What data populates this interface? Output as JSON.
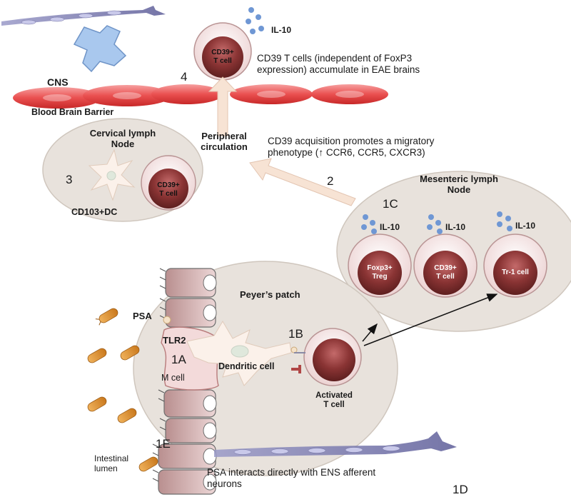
{
  "labels": {
    "il10_top": "IL-10",
    "cd39_cell_top_l1": "CD39+",
    "cd39_cell_top_l2": "T cell",
    "cns_note_l1": "CD39 T cells (independent of FoxP3",
    "cns_note_l2": "expression) accumulate in EAE brains",
    "step4": "4",
    "cns": "CNS",
    "bbb": "Blood Brain Barrier",
    "cervical_l1": "Cervical lymph",
    "cervical_l2": "Node",
    "peripheral_l1": "Peripheral",
    "peripheral_l2": "circulation",
    "migratory_l1": "CD39 acquisition promotes a migratory",
    "migratory_l2": "phenotype (",
    "migratory_arrow": "↑",
    "migratory_l3": " CCR6, CCR5, CXCR3)",
    "step3": "3",
    "cervical_cell_l1": "CD39+",
    "cervical_cell_l2": "T cell",
    "cd103": "CD103+DC",
    "step2": "2",
    "mesenteric_l1": "Mesenteric lymph",
    "mesenteric_l2": "Node",
    "step1c": "1C",
    "il10_a": "IL-10",
    "il10_b": "IL-10",
    "il10_c": "IL-10",
    "foxp3_l1": "Foxp3+",
    "foxp3_l2": "Treg",
    "mes_cd39_l1": "CD39+",
    "mes_cd39_l2": "T cell",
    "tr1": "Tr-1 cell",
    "peyers": "Peyer’s patch",
    "psa": "PSA",
    "tlr2": "TLR2",
    "step1a": "1A",
    "mcell": "M cell",
    "step1b": "1B",
    "dendritic": "Dendritic cell",
    "activated_l1": "Activated",
    "activated_l2": "T cell",
    "intestinal_l1": "Intestinal",
    "intestinal_l2": "lumen",
    "step1e": "1E",
    "ens_l1": "PSA interacts directly with ENS afferent",
    "ens_l2": "neurons",
    "step1d": "1D"
  },
  "colors": {
    "node_fill": "#e8e2dc",
    "node_stroke": "#b8afa6",
    "cell_outer": "#f4e2e2",
    "cell_core": "#7a2c2c",
    "cytokine": "#6f97d4",
    "endothelium": "#e34343",
    "epithelium": "#d9b8b8",
    "epithelium_dark": "#6d6d6d",
    "arrow_fill": "#f6e4d8",
    "neuron": "#7b7bb0",
    "astrocyte": "#9cc0ea",
    "bacteria": "#e59a3c"
  },
  "icons": [
    "bacterium-icon",
    "astrocyte-icon",
    "neuron-icon",
    "dendritic-cell-icon",
    "cytokine-dots-icon"
  ]
}
